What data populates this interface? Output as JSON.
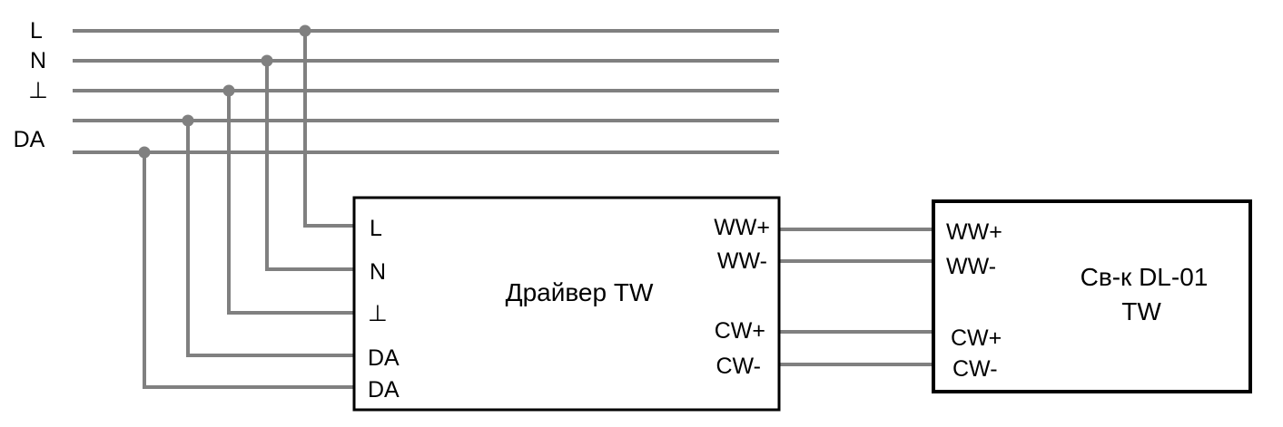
{
  "bus": {
    "labels": [
      "L",
      "N",
      "⊥",
      "DA"
    ]
  },
  "driver": {
    "title": "Драйвер TW",
    "inputs": [
      "L",
      "N",
      "⊥",
      "DA",
      "DA"
    ],
    "outputs": [
      "WW+",
      "WW-",
      "CW+",
      "CW-"
    ]
  },
  "fixture": {
    "title_line1": "Св-к DL-01",
    "title_line2": "TW",
    "inputs": [
      "WW+",
      "WW-",
      "CW+",
      "CW-"
    ]
  },
  "colors": {
    "wire": "#808080",
    "box": "#000000",
    "text": "#000000"
  }
}
